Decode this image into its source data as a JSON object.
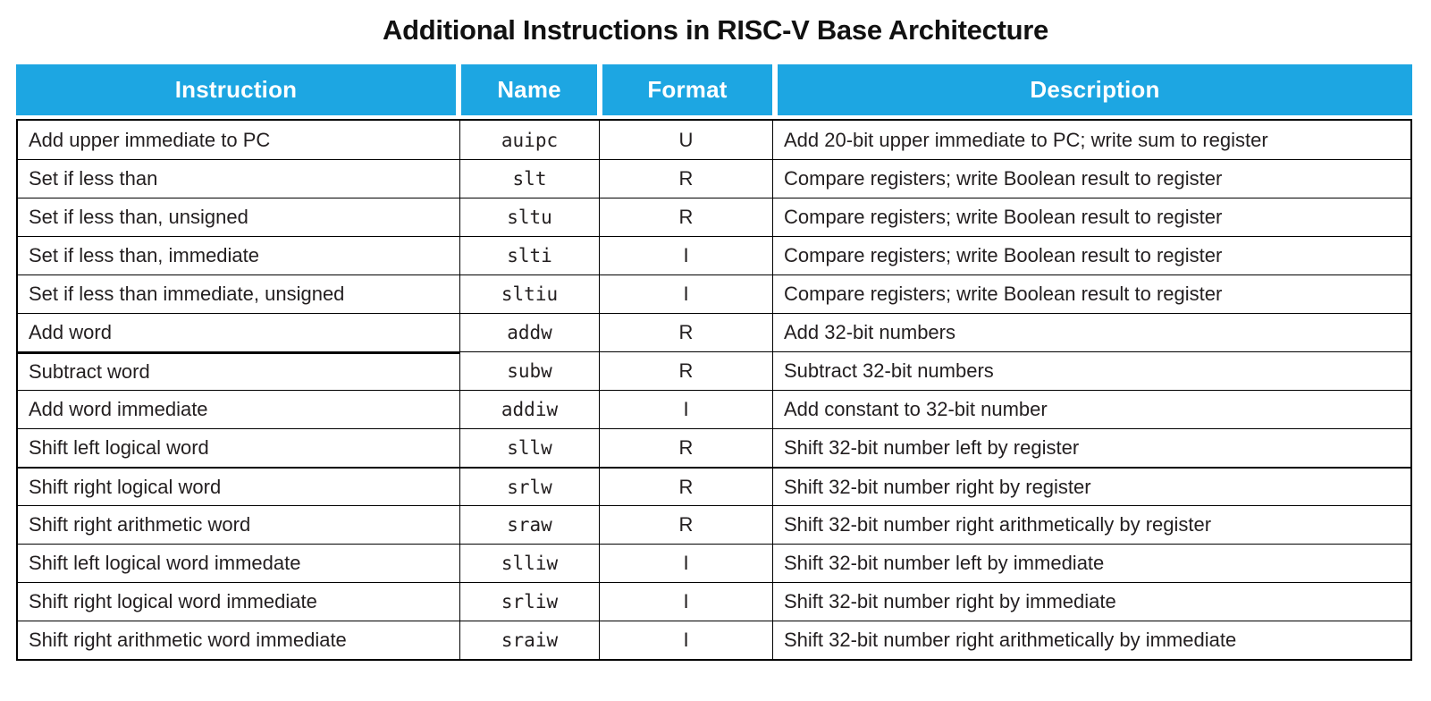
{
  "title": "Additional Instructions in RISC-V Base Architecture",
  "colors": {
    "header_bg": "#1da6e2",
    "header_text": "#ffffff",
    "body_text": "#231f20",
    "border": "#000000"
  },
  "table": {
    "headers": [
      {
        "label": "Instruction"
      },
      {
        "label": "Name"
      },
      {
        "label": "Format"
      },
      {
        "label": "Description"
      }
    ],
    "rows": [
      {
        "instruction": "Add upper immediate to PC",
        "name": "auipc",
        "format": "U",
        "description": "Add 20-bit upper immediate to PC; write sum to register"
      },
      {
        "instruction": "Set if less than",
        "name": "slt",
        "format": "R",
        "description": "Compare registers; write Boolean result to register"
      },
      {
        "instruction": "Set if less than, unsigned",
        "name": "sltu",
        "format": "R",
        "description": "Compare registers; write Boolean result to register"
      },
      {
        "instruction": "Set if less than, immediate",
        "name": "slti",
        "format": "I",
        "description": "Compare registers; write Boolean result to register"
      },
      {
        "instruction": "Set if less than immediate, unsigned",
        "name": "sltiu",
        "format": "I",
        "description": "Compare registers; write Boolean result to register"
      },
      {
        "instruction": "Add word",
        "name": "addw",
        "format": "R",
        "description": "Add 32-bit numbers"
      },
      {
        "instruction": "Subtract word",
        "name": "subw",
        "format": "R",
        "description": "Subtract 32-bit numbers"
      },
      {
        "instruction": "Add word immediate",
        "name": "addiw",
        "format": "I",
        "description": "Add constant to 32-bit number"
      },
      {
        "instruction": "Shift left logical word",
        "name": "sllw",
        "format": "R",
        "description": "Shift 32-bit number left by register"
      },
      {
        "instruction": "Shift right logical word",
        "name": "srlw",
        "format": "R",
        "description": "Shift 32-bit number right by register"
      },
      {
        "instruction": "Shift right arithmetic word",
        "name": "sraw",
        "format": "R",
        "description": "Shift 32-bit number right arithmetically by register"
      },
      {
        "instruction": "Shift left logical word immedate",
        "name": "slliw",
        "format": "I",
        "description": "Shift 32-bit number left by immediate"
      },
      {
        "instruction": "Shift right logical word immediate",
        "name": "srliw",
        "format": "I",
        "description": "Shift 32-bit number right by immediate"
      },
      {
        "instruction": "Shift right arithmetic word immediate",
        "name": "sraiw",
        "format": "I",
        "description": "Shift 32-bit number right arithmetically by immediate"
      }
    ]
  }
}
